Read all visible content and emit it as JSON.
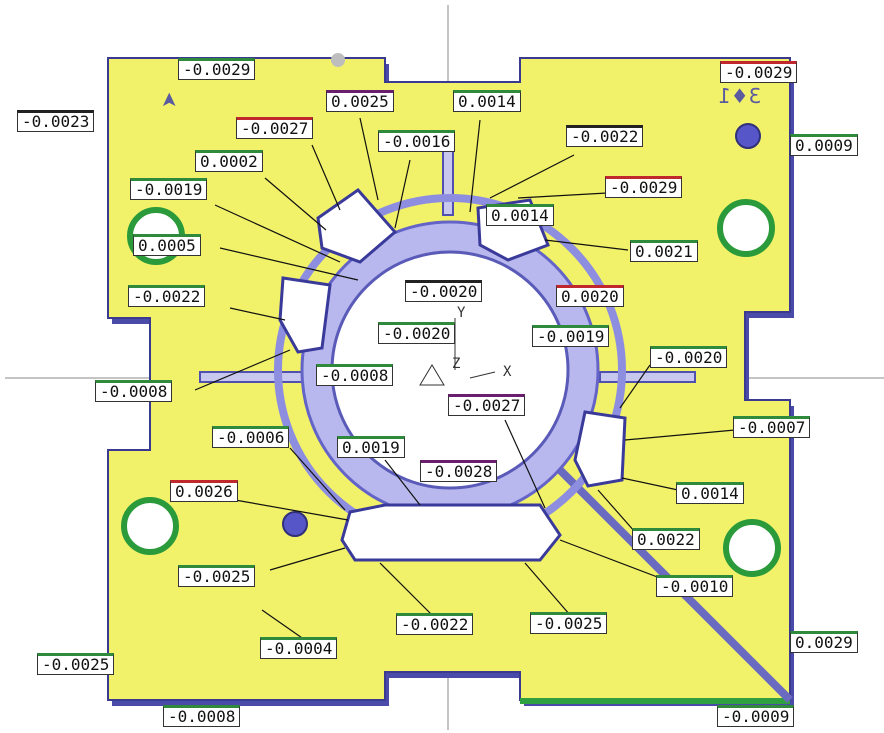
{
  "part_marks": {
    "cavity_id": "3♦1",
    "arrow": "➤"
  },
  "axes": {
    "x": "X",
    "y": "Y",
    "z": "Z"
  },
  "labels": [
    {
      "id": "l1",
      "text": "-0.0029",
      "c": "g"
    },
    {
      "id": "l2",
      "text": "-0.0029",
      "c": "r"
    },
    {
      "id": "l3",
      "text": "-0.0023",
      "c": "k"
    },
    {
      "id": "l4",
      "text": "0.0025",
      "c": "p"
    },
    {
      "id": "l5",
      "text": "0.0014",
      "c": "g"
    },
    {
      "id": "l6",
      "text": "-0.0027",
      "c": "r"
    },
    {
      "id": "l7",
      "text": "-0.0016",
      "c": "g"
    },
    {
      "id": "l8",
      "text": "-0.0022",
      "c": "k"
    },
    {
      "id": "l9",
      "text": "0.0009",
      "c": "g"
    },
    {
      "id": "l10",
      "text": "0.0002",
      "c": "g"
    },
    {
      "id": "l11",
      "text": "-0.0019",
      "c": "g"
    },
    {
      "id": "l12",
      "text": "-0.0029",
      "c": "r"
    },
    {
      "id": "l13",
      "text": "0.0014",
      "c": "g"
    },
    {
      "id": "l14",
      "text": "0.0005",
      "c": "g"
    },
    {
      "id": "l15",
      "text": "0.0021",
      "c": "g"
    },
    {
      "id": "l16",
      "text": "-0.0020",
      "c": "k"
    },
    {
      "id": "l17",
      "text": "0.0020",
      "c": "r"
    },
    {
      "id": "l18",
      "text": "-0.0022",
      "c": "g"
    },
    {
      "id": "l19",
      "text": "-0.0020",
      "c": "g"
    },
    {
      "id": "l20",
      "text": "-0.0019",
      "c": "g"
    },
    {
      "id": "l21",
      "text": "-0.0008",
      "c": "g"
    },
    {
      "id": "l22",
      "text": "-0.0020",
      "c": "g"
    },
    {
      "id": "l23",
      "text": "-0.0008",
      "c": "g"
    },
    {
      "id": "l24",
      "text": "-0.0027",
      "c": "p"
    },
    {
      "id": "l25",
      "text": "-0.0007",
      "c": "g"
    },
    {
      "id": "l26",
      "text": "-0.0006",
      "c": "g"
    },
    {
      "id": "l27",
      "text": "0.0019",
      "c": "g"
    },
    {
      "id": "l28",
      "text": "-0.0028",
      "c": "p"
    },
    {
      "id": "l29",
      "text": "0.0026",
      "c": "r"
    },
    {
      "id": "l30",
      "text": "0.0014",
      "c": "g"
    },
    {
      "id": "l31",
      "text": "0.0022",
      "c": "g"
    },
    {
      "id": "l32",
      "text": "-0.0025",
      "c": "g"
    },
    {
      "id": "l33",
      "text": "-0.0010",
      "c": "g"
    },
    {
      "id": "l34",
      "text": "-0.0022",
      "c": "g"
    },
    {
      "id": "l35",
      "text": "-0.0025",
      "c": "g"
    },
    {
      "id": "l36",
      "text": "-0.0004",
      "c": "g"
    },
    {
      "id": "l37",
      "text": "0.0029",
      "c": "g"
    },
    {
      "id": "l38",
      "text": "-0.0025",
      "c": "g"
    },
    {
      "id": "l39",
      "text": "-0.0008",
      "c": "g"
    },
    {
      "id": "l40",
      "text": "-0.0009",
      "c": "g"
    }
  ]
}
